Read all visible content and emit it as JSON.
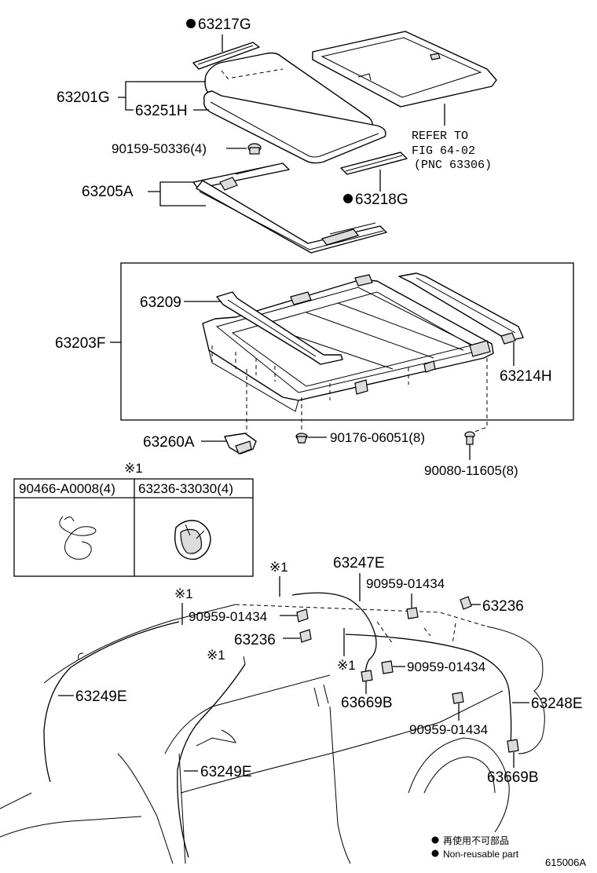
{
  "callouts": {
    "p63217G": "63217G",
    "p63201G": "63201G",
    "p63251H": "63251H",
    "p90159": "90159-50336(4)",
    "p63205A": "63205A",
    "p63218G": "63218G",
    "refer_1": "REFER TO",
    "refer_2": "FIG 64-02",
    "refer_3": "(PNC 63306)",
    "p63209": "63209",
    "p63203F": "63203F",
    "p63214H": "63214H",
    "p63260A": "63260A",
    "p90176": "90176-06051(8)",
    "p90080": "90080-11605(8)",
    "p63247E": "63247E",
    "p90959_a": "90959-01434",
    "p90959_b": "90959-01434",
    "p90959_c": "90959-01434",
    "p90959_d": "90959-01434",
    "p63236_a": "63236",
    "p63236_b": "63236",
    "p63249E_a": "63249E",
    "p63249E_b": "63249E",
    "p63669B_a": "63669B",
    "p63669B_b": "63669B",
    "p63248E": "63248E"
  },
  "notes": {
    "kome_header": "※1",
    "kome_a": "※1",
    "kome_b": "※1",
    "kome_c": "※1",
    "kome_d": "※1"
  },
  "table": {
    "col1_header": "90466-A0008(4)",
    "col2_header": "63236-33030(4)"
  },
  "legend": {
    "jp": "再使用不可部品",
    "en": "Non-reusable part"
  },
  "figure_code": "615006A",
  "colors": {
    "ink": "#000000",
    "paper": "#ffffff"
  }
}
